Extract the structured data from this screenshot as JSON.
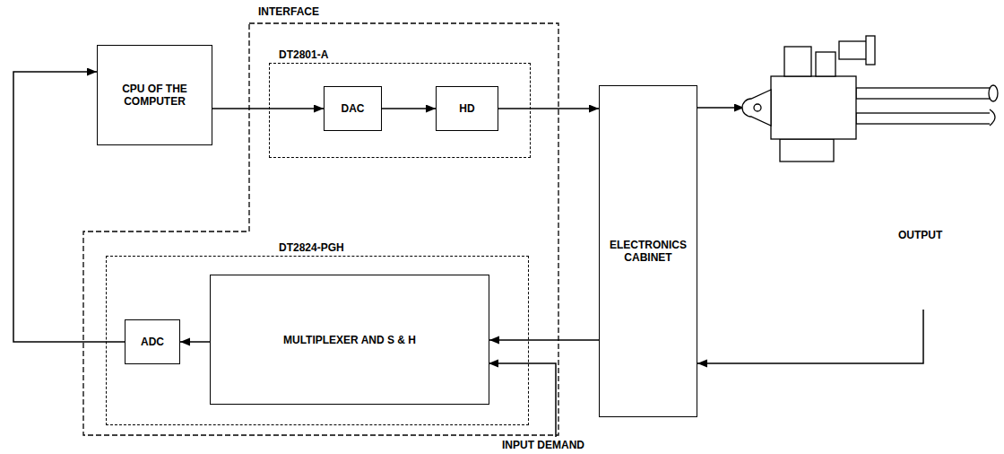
{
  "diagram": {
    "nodes": [
      {
        "text": [
          "INTERFACE"
        ]
      },
      {
        "text": [
          "CPU OF THE COMPUTER"
        ]
      },
      {
        "text": [
          "DT2801-A"
        ],
        "in": 0
      },
      {
        "text": [
          "DAC"
        ],
        "in": 2
      },
      {
        "text": [
          "HD"
        ],
        "in": 2
      },
      {
        "text": [
          "ELECTRONICS CABINET"
        ]
      },
      {
        "text": [
          "DT2824-PGH"
        ],
        "in": 0
      },
      {
        "text": [
          "ADC"
        ],
        "in": 6
      },
      {
        "text": [
          "MULTIPLEXER AND S & H"
        ],
        "in": 6
      }
    ],
    "edges": [
      {
        "from": 1,
        "to": 3,
        "arrow": "to"
      },
      {
        "from": 3,
        "to": 4,
        "arrow": "to"
      },
      {
        "from": 4,
        "to": 5,
        "arrow": "to"
      },
      {
        "from": 5,
        "to": 8,
        "arrow": "to"
      },
      {
        "from": 8,
        "to": 7,
        "arrow": "to"
      },
      {
        "from": 7,
        "to": 1,
        "arrow": "to"
      }
    ],
    "labels": [
      "OUTPUT",
      "INPUT DEMAND"
    ]
  }
}
